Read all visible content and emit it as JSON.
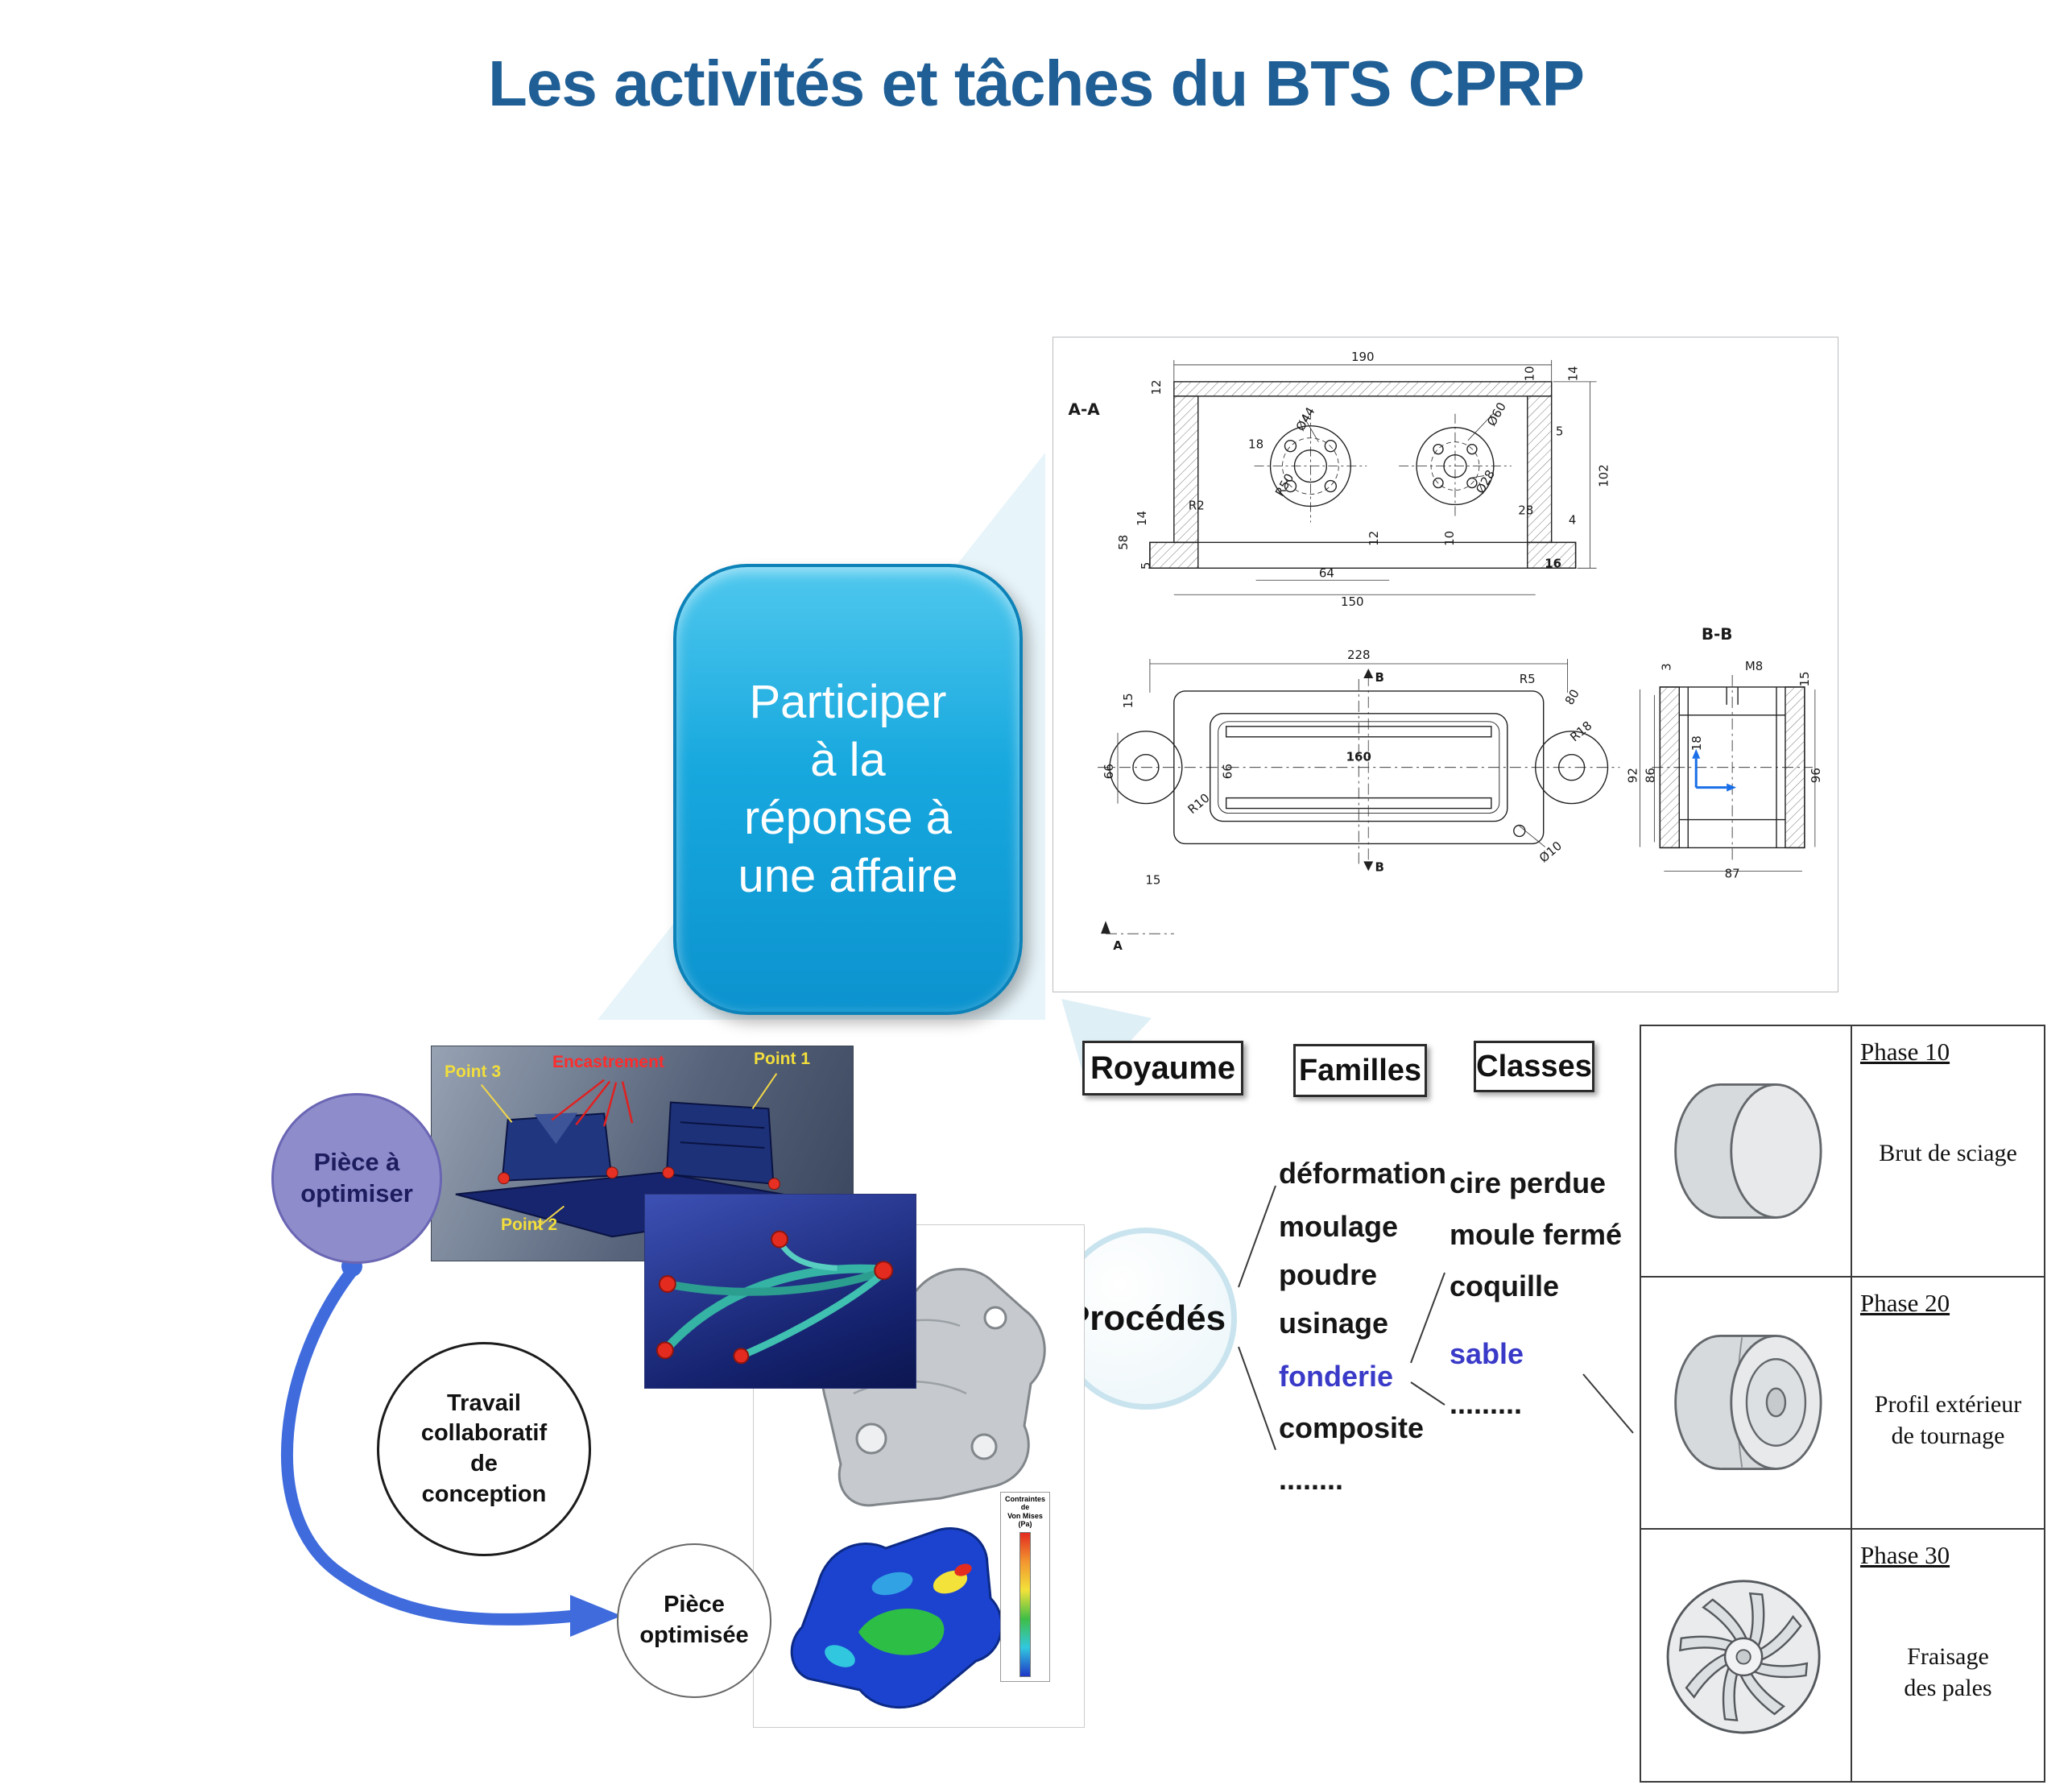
{
  "title": "Les activités et tâches du BTS CPRP",
  "colors": {
    "title_blue": "#1F5F96",
    "bubble_cyan": "#17A8DE",
    "bubble_border": "#0C82B8",
    "keyword_blue": "#3A3AC8",
    "flow_arrow_blue": "#3F6BDC",
    "purple_circle": "#8F8CCB"
  },
  "bubble_text": "Participer\nà la\nréponse à\nune affaire",
  "drawing": {
    "labels": [
      "A-A",
      "190",
      "12",
      "10",
      "14",
      "58",
      "14",
      "18",
      "R50",
      "Ø44",
      "Ø60",
      "Ø28",
      "5",
      "R2",
      "28",
      "4",
      "102",
      "12",
      "10",
      "16",
      "64",
      "150",
      "5",
      "228",
      "B",
      "R5",
      "80",
      "15",
      "66",
      "160",
      "66",
      "R10",
      "R18",
      "15",
      "B",
      "Ø10",
      "A",
      "B-B",
      "M8",
      "3",
      "18",
      "15",
      "92",
      "86",
      "87",
      "96"
    ]
  },
  "classification": {
    "header_royaume": "Royaume",
    "header_familles": "Familles",
    "header_classes": "Classes",
    "node": "Procédés",
    "familles": [
      "déformation",
      "moulage",
      "poudre",
      "usinage",
      "fonderie",
      "composite",
      "........"
    ],
    "classes": [
      "cire perdue",
      "moule fermé",
      "coquille",
      "sable",
      "........."
    ]
  },
  "optimization": {
    "piece_a_optimiser": "Pièce à\noptimiser",
    "travail_collaboratif": "Travail\ncollaboratif\nde\nconception",
    "piece_optimisee": "Pièce\noptimisée",
    "sim_point1": "Point 1",
    "sim_point2": "Point 2",
    "sim_point3": "Point 3",
    "sim_encastrement": "Encastrement",
    "fea_legend_title": "Contraintes de\nVon Mises (Pa)"
  },
  "phases": [
    {
      "title": "Phase 10",
      "desc": "Brut de sciage"
    },
    {
      "title": "Phase 20",
      "desc": "Profil extérieur\nde tournage"
    },
    {
      "title": "Phase 30",
      "desc": "Fraisage\ndes pales"
    }
  ]
}
